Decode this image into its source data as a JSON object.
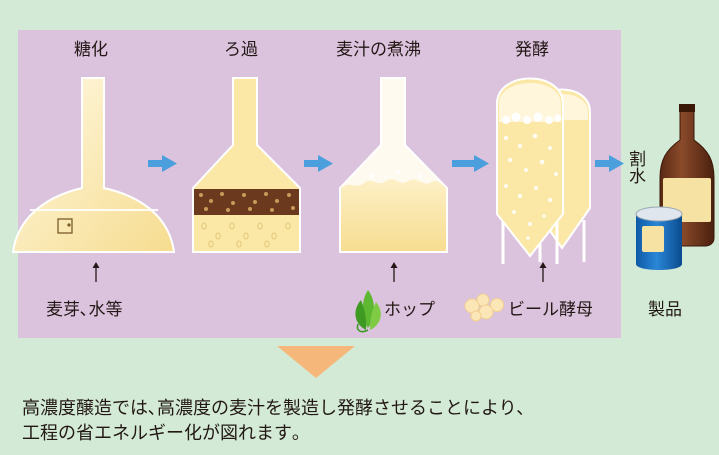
{
  "stages": [
    {
      "label": "糖化"
    },
    {
      "label": "ろ過"
    },
    {
      "label": "麦汁の煮沸"
    },
    {
      "label": "発酵"
    }
  ],
  "inputs": {
    "malt_water": "麦芽､水等",
    "hops": "ホップ",
    "yeast": "ビール酵母"
  },
  "dilution_label": "割水",
  "product_label": "製品",
  "note": {
    "line1": "高濃度醸造では､高濃度の麦汁を製造し発酵させることにより､",
    "line2": "工程の省エネルギー化が図れます｡"
  },
  "colors": {
    "background": "#d3ebd6",
    "process_panel": "#dbc3de",
    "arrow": "#4a9fdc",
    "down_arrow": "#f6b77a",
    "liquid": "#fbe8a6",
    "vessel_outline": "#ffffff"
  }
}
